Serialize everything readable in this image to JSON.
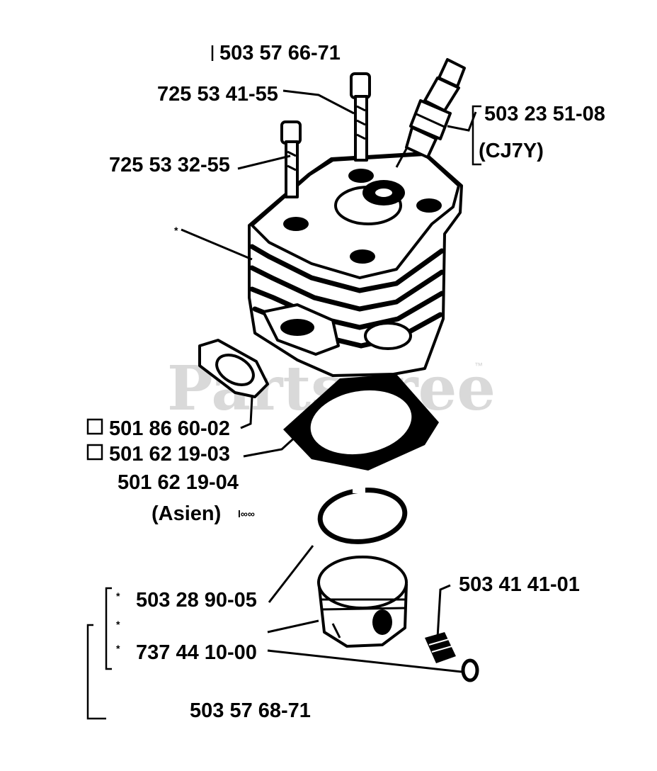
{
  "watermark": {
    "text": "PartsTree",
    "trademark": "™"
  },
  "labels": {
    "cylinder_assembly": "503 57 66-71",
    "screw_long": "725 53 41-55",
    "screw_short": "725 53 32-55",
    "spark_plug": "503 23 51-08",
    "spark_plug_type": "(CJ7Y)",
    "cylinder_star": "*",
    "intake_gasket": "501 86 60-02",
    "base_gasket": "501 62 19-03",
    "base_gasket_alt": "501 62 19-04",
    "asien_note": "(Asien)",
    "asien_suffix": "l∞∞",
    "piston_ring": "503 28 90-05",
    "piston_ring_star": "*",
    "piston_star": "*",
    "piston_pin": "503 41 41-01",
    "circlip_star": "*",
    "circlip": "737 44 10-00",
    "piston_assembly": "503 57 68-71"
  }
}
